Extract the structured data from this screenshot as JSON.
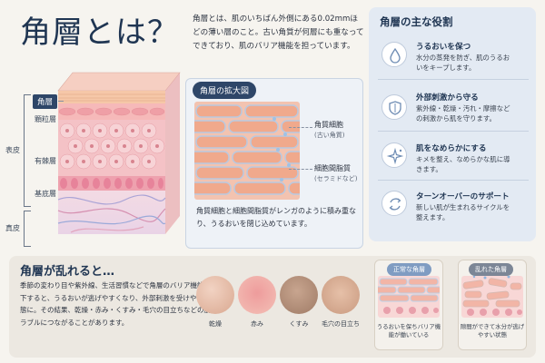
{
  "title": "角層とは？",
  "intro": "角層とは、肌のいちばん外側にある0.02mmほどの薄い層のこと。古い角質が何層にも重なってできており、肌のバリア機能を担っています。",
  "layers": {
    "epidermis": "表皮",
    "dermis": "真皮",
    "stratum_corneum": "角層",
    "granular": "顆粒層",
    "spinous": "有棘層",
    "basal": "基底層"
  },
  "zoom": {
    "title": "角層の拡大図",
    "callout1_title": "角質細胞",
    "callout1_sub": "(古い角質)",
    "callout2_title": "細胞間脂質",
    "callout2_sub": "(セラミドなど)",
    "caption": "角質細胞と細胞間脂質がレンガのように積み重なり、うるおいを閉じ込めています。"
  },
  "roles": {
    "heading": "角層の主な役割",
    "items": [
      {
        "icon": "water-drop-icon",
        "title": "うるおいを保つ",
        "desc": "水分の蒸発を防ぎ、肌のうるおいをキープします。"
      },
      {
        "icon": "shield-icon",
        "title": "外部刺激から守る",
        "desc": "紫外線・乾燥・汚れ・摩擦などの刺激から肌を守ります。"
      },
      {
        "icon": "sparkle-icon",
        "title": "肌をなめらかにする",
        "desc": "キメを整え、なめらかな肌に導きます。"
      },
      {
        "icon": "cycle-arrows-icon",
        "title": "ターンオーバーのサポート",
        "desc": "新しい肌が生まれるサイクルを整えます。"
      }
    ]
  },
  "disorder": {
    "heading": "角層が乱れると…",
    "text": "季節の変わり目や紫外線、生活習慣などで角層のバリア機能が低下すると、うるおいが逃げやすくなり、外部刺激を受けやすい状態に。その結果、乾燥・赤み・くすみ・毛穴の目立ちなどの肌トラブルにつながることがあります。",
    "conditions": [
      "乾燥",
      "赤み",
      "くすみ",
      "毛穴の目立ち"
    ]
  },
  "compare": {
    "normal_tag": "正常な角層",
    "normal_caption": "うるおいを保ちバリア機能が働いている",
    "disordered_tag": "乱れた角層",
    "disordered_caption": "隙間ができて水分が逃げやすい状態"
  },
  "colors": {
    "navy": "#1f3552",
    "accent": "#2e4668",
    "skin": "#f2b3b8",
    "panel": "#e3eaf3"
  }
}
